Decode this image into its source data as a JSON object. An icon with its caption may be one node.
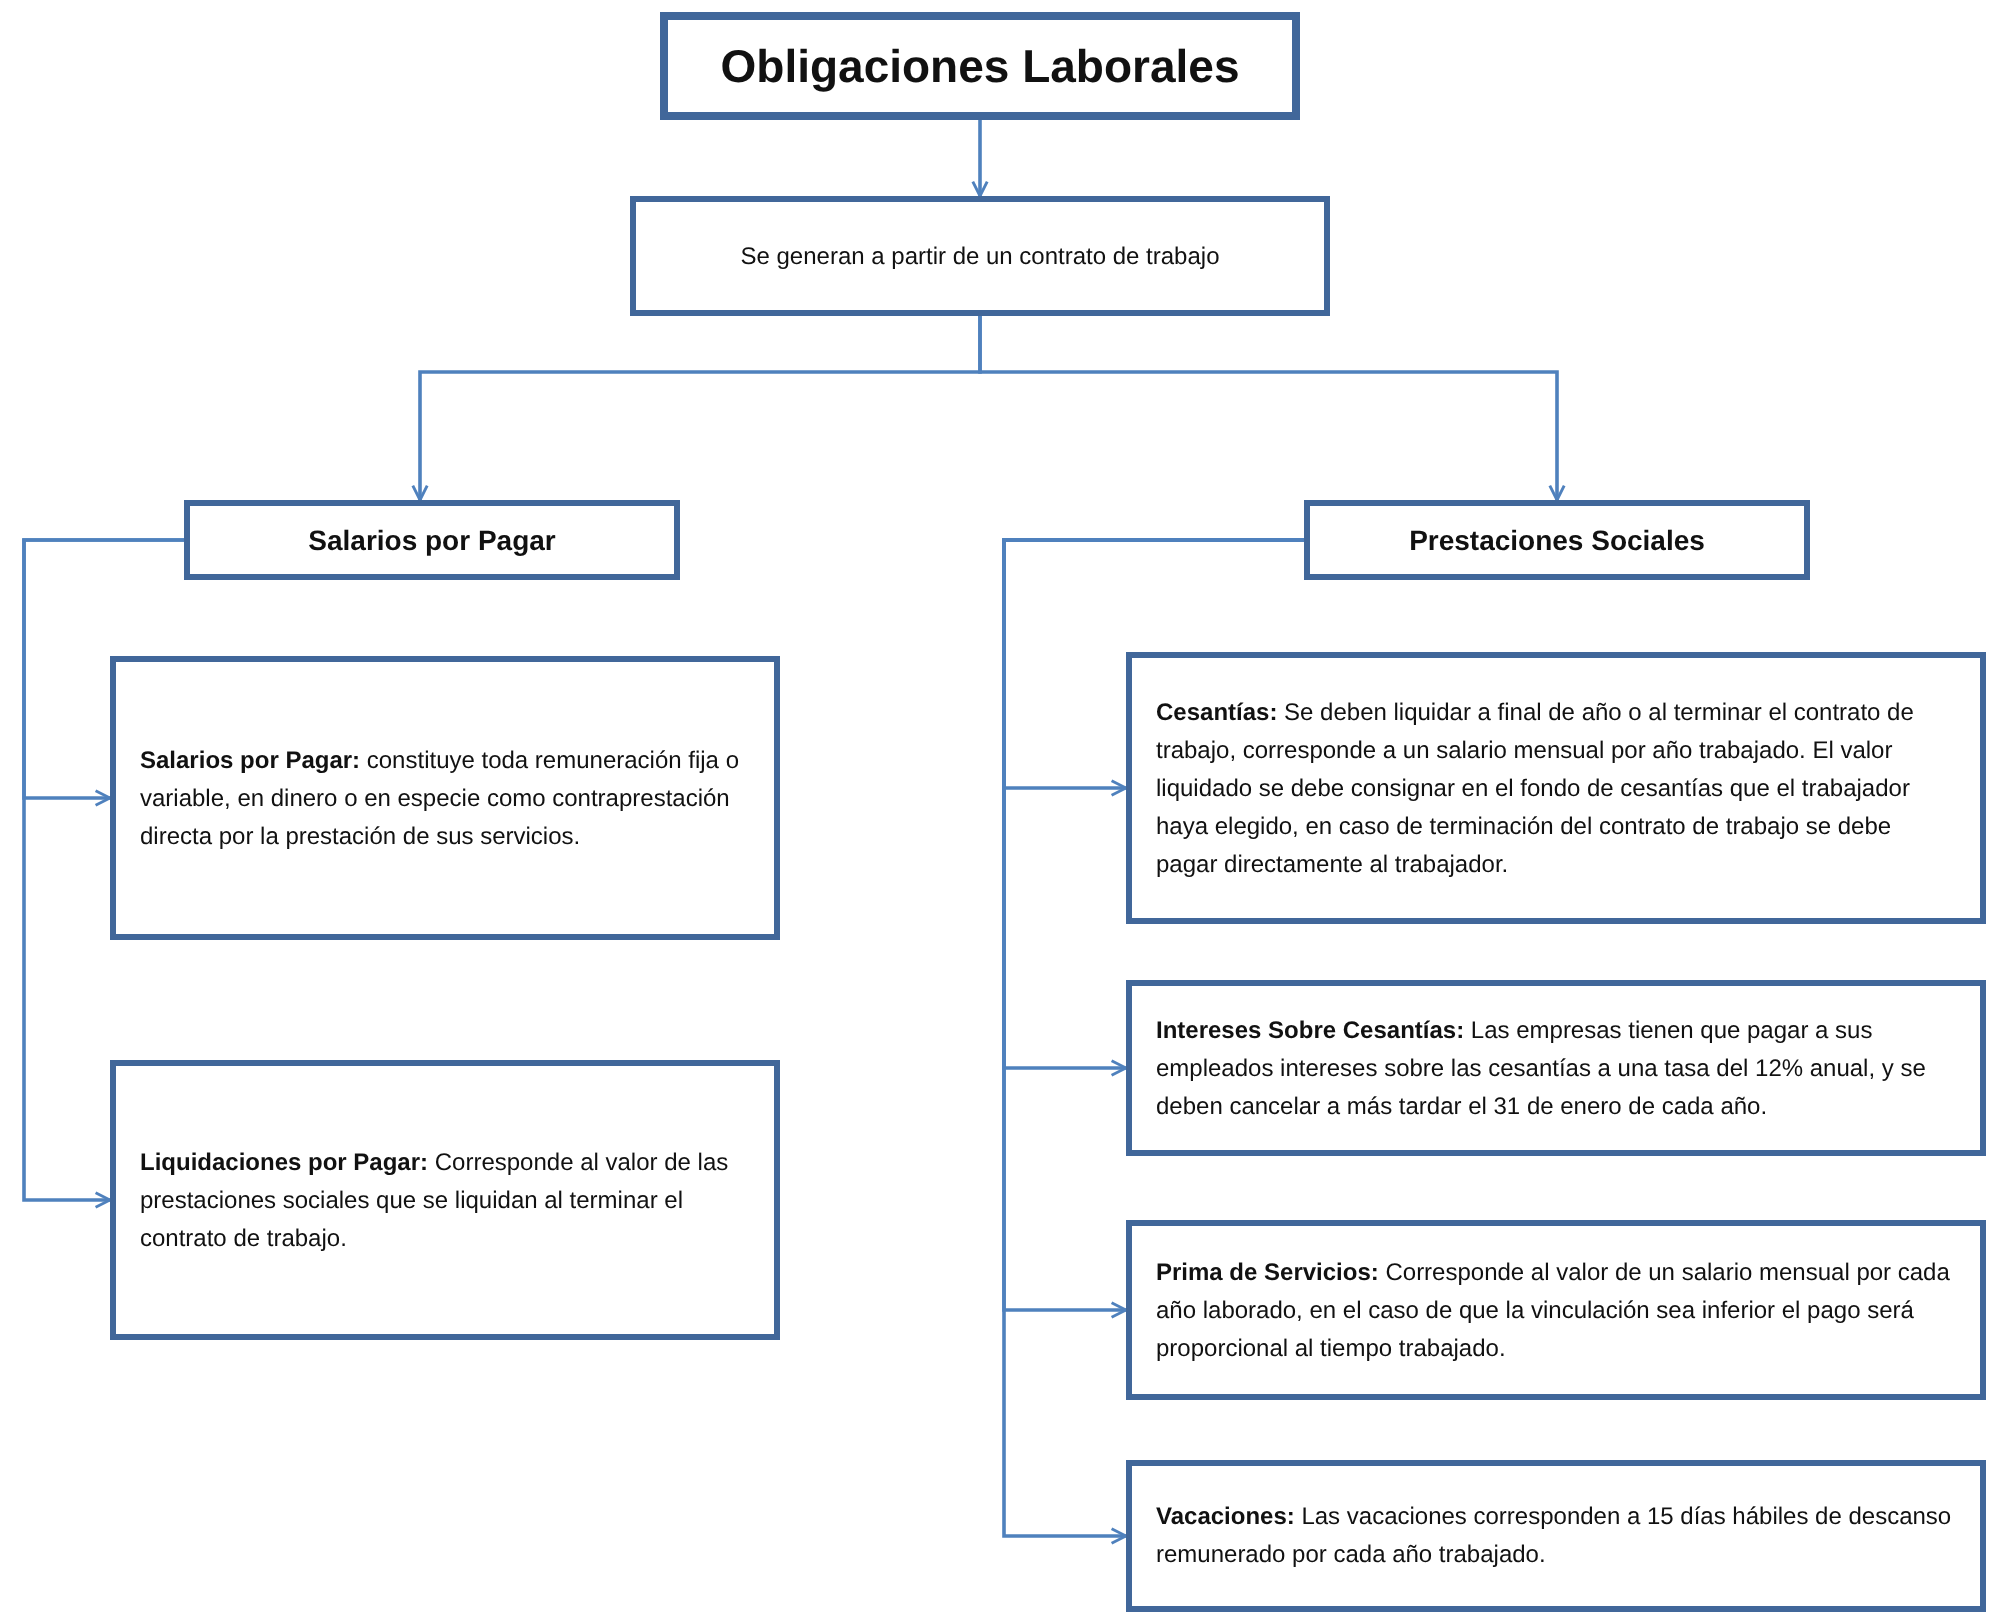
{
  "diagram": {
    "nodes": [
      {
        "text": [
          "Obligaciones Laborales"
        ]
      },
      {
        "text": [
          "Se generan a partir de un contrato de trabajo"
        ]
      },
      {
        "text": [
          "Salarios por Pagar"
        ]
      },
      {
        "text": [
          "Prestaciones Sociales"
        ]
      },
      {
        "text": [
          "**Salarios por Pagar:** constituye toda remuneración fija o variable, en dinero o en especie como contraprestación directa por la prestación de sus servicios."
        ]
      },
      {
        "text": [
          "**Liquidaciones por Pagar:** Corresponde al valor de las prestaciones sociales que se liquidan al terminar el contrato de trabajo."
        ]
      },
      {
        "text": [
          "**Cesantías:** Se deben liquidar a final de año o al terminar el contrato de trabajo, corresponde a un salario mensual por año trabajado. El valor liquidado se debe consignar en el fondo de cesantías que el trabajador haya elegido, en caso de terminación del contrato de trabajo se debe pagar directamente al trabajador."
        ]
      },
      {
        "text": [
          "**Intereses Sobre Cesantías:** Las empresas tienen que pagar a sus empleados intereses sobre las cesantías a una tasa del 12% anual, y se deben cancelar a más tardar el 31 de enero de cada año."
        ]
      },
      {
        "text": [
          "**Prima de Servicios:** Corresponde al valor de un salario mensual por cada año laborado, en el caso de que la vinculación sea inferior el pago será proporcional al tiempo trabajado."
        ]
      },
      {
        "text": [
          "**Vacaciones:** Las vacaciones corresponden a 15 días hábiles de descanso remunerado por cada año trabajado."
        ]
      }
    ],
    "edges": [
      {
        "from": 0,
        "to": 1,
        "arrow": "to"
      },
      {
        "from": 1,
        "to": 2,
        "arrow": "to"
      },
      {
        "from": 1,
        "to": 3,
        "arrow": "to"
      },
      {
        "from": 2,
        "to": 4,
        "arrow": "to"
      },
      {
        "from": 2,
        "to": 5,
        "arrow": "to"
      },
      {
        "from": 3,
        "to": 6,
        "arrow": "to"
      },
      {
        "from": 3,
        "to": 7,
        "arrow": "to"
      },
      {
        "from": 3,
        "to": 8,
        "arrow": "to"
      },
      {
        "from": 3,
        "to": 9,
        "arrow": "to"
      }
    ]
  }
}
